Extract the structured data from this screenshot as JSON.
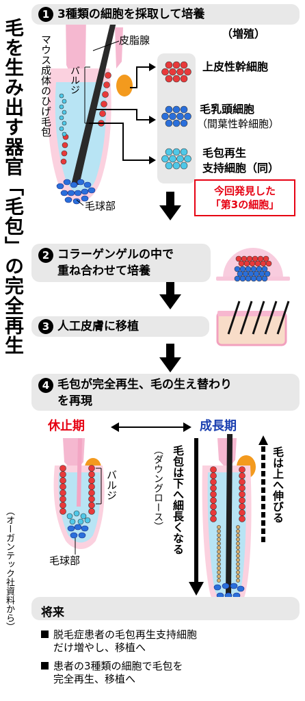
{
  "title": "毛を生み出す器官「毛包」の完全再生",
  "source": "（オーガンテック社資料から）",
  "steps": [
    {
      "number": "1",
      "text": "3種類の細胞を採取して培養",
      "sub": "（増殖）"
    },
    {
      "number": "2",
      "line1": "コラーゲンゲルの中で",
      "line2": "重ね合わせて培養"
    },
    {
      "number": "3",
      "text": "人工皮膚に移植"
    },
    {
      "number": "4",
      "line1": "毛包が完全再生、毛の生え替わり",
      "line2": "を再現"
    }
  ],
  "diagram1": {
    "sebaceous": "皮脂腺",
    "mouse_follicle": "マウス成体のひげ毛包",
    "bulge": "バルジ",
    "hair_bulb": "毛球部"
  },
  "cells": [
    {
      "label": "上皮性幹細胞",
      "sub": "",
      "color": "#e8393a"
    },
    {
      "label": "毛乳頭細胞",
      "sub": "（間葉性幹細胞）",
      "color": "#2a6fdb"
    },
    {
      "label": "毛包再生",
      "sub": "支持細胞（同）",
      "color": "#4fc8e8"
    }
  ],
  "discovery": {
    "line1": "今回発見した",
    "line2": "「第3の細胞」",
    "color": "#e60012"
  },
  "phases": {
    "rest": "休止期",
    "growth": "成長期",
    "rest_color": "#e60012",
    "growth_color": "#1a3fb0"
  },
  "rest_labels": {
    "bulge": "バルジ",
    "bulb": "毛球部"
  },
  "growth_labels": {
    "down_line1": "毛包は下へ細長くなる",
    "down_line2": "（ダウングロース）",
    "up": "毛は上へ伸びる"
  },
  "future": {
    "title": "将来",
    "items": [
      {
        "line1": "脱毛症患者の毛包再生支持細胞",
        "line2": "だけ増やし、移植へ"
      },
      {
        "line1": "患者の3種類の細胞で毛包を",
        "line2": "完全再生、移植へ"
      }
    ]
  }
}
